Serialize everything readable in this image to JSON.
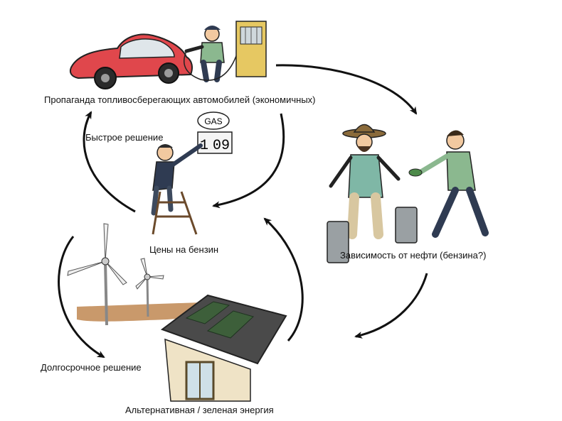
{
  "labels": {
    "propaganda": "Пропаганда топливосберегающих автомобилей (экономичных)",
    "quick_fix": "Быстрое решение",
    "gas_prices": "Цены на бензин",
    "oil_dependence": "Зависимость от нефти (бензина?)",
    "long_term": "Долгосрочное решение",
    "alternative": "Альтернативная / зеленая энергия"
  },
  "sign": {
    "header": "GAS",
    "digit_left": "1",
    "digit_right": "09"
  },
  "colors": {
    "car": "#e0474c",
    "pump": "#e6c862",
    "shirt_green": "#8bb88f",
    "shirt_teal": "#7fb7a6",
    "jeans": "#2f3b52",
    "ground": "#c9996b",
    "roof": "#4a4a4a",
    "house_wall": "#efe3c6",
    "solar": "#3d5f3a",
    "canister": "#9aa0a3",
    "arrow": "#111111"
  }
}
